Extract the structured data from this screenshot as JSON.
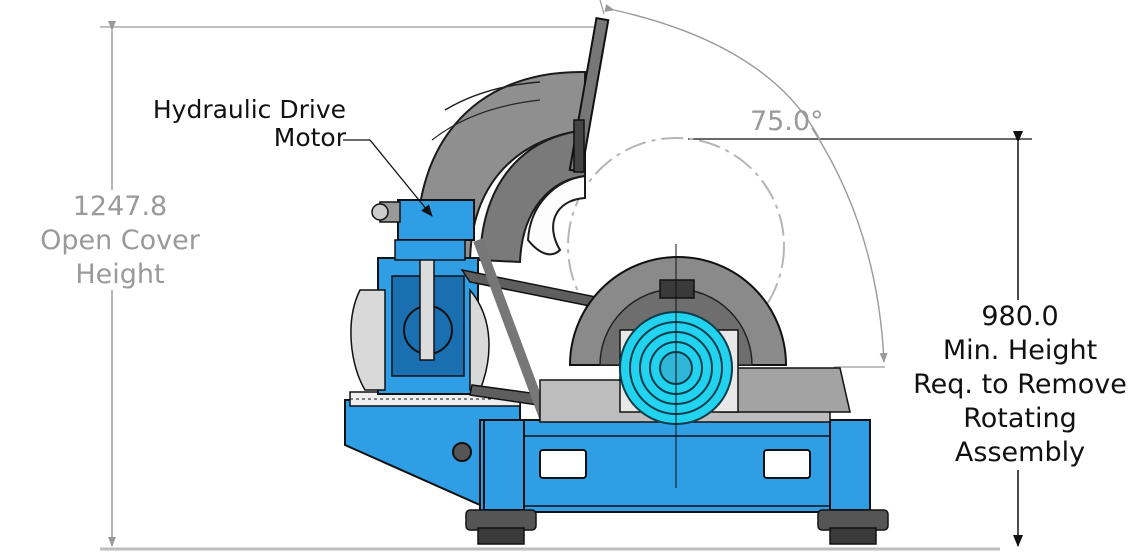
{
  "colors": {
    "machine_blue": "#2f9ee5",
    "machine_blue_dark": "#1a6fb0",
    "housing_grey": "#8f8f8f",
    "housing_dark": "#5e5e5e",
    "dimension_grey": "#9a9a9a",
    "callout_black": "#111111",
    "cyan_pulley": "#22d3f0"
  },
  "callouts": {
    "drive_motor_line1": "Hydraulic Drive",
    "drive_motor_line2": "Motor"
  },
  "dimensions": {
    "open_cover": {
      "value": "1247.8",
      "line1": "Open Cover",
      "line2": "Height"
    },
    "min_height": {
      "value": "980.0",
      "line1": "Min. Height",
      "line2": "Req. to Remove",
      "line3": "Rotating",
      "line4": "Assembly"
    },
    "cover_angle": "75.0°"
  }
}
